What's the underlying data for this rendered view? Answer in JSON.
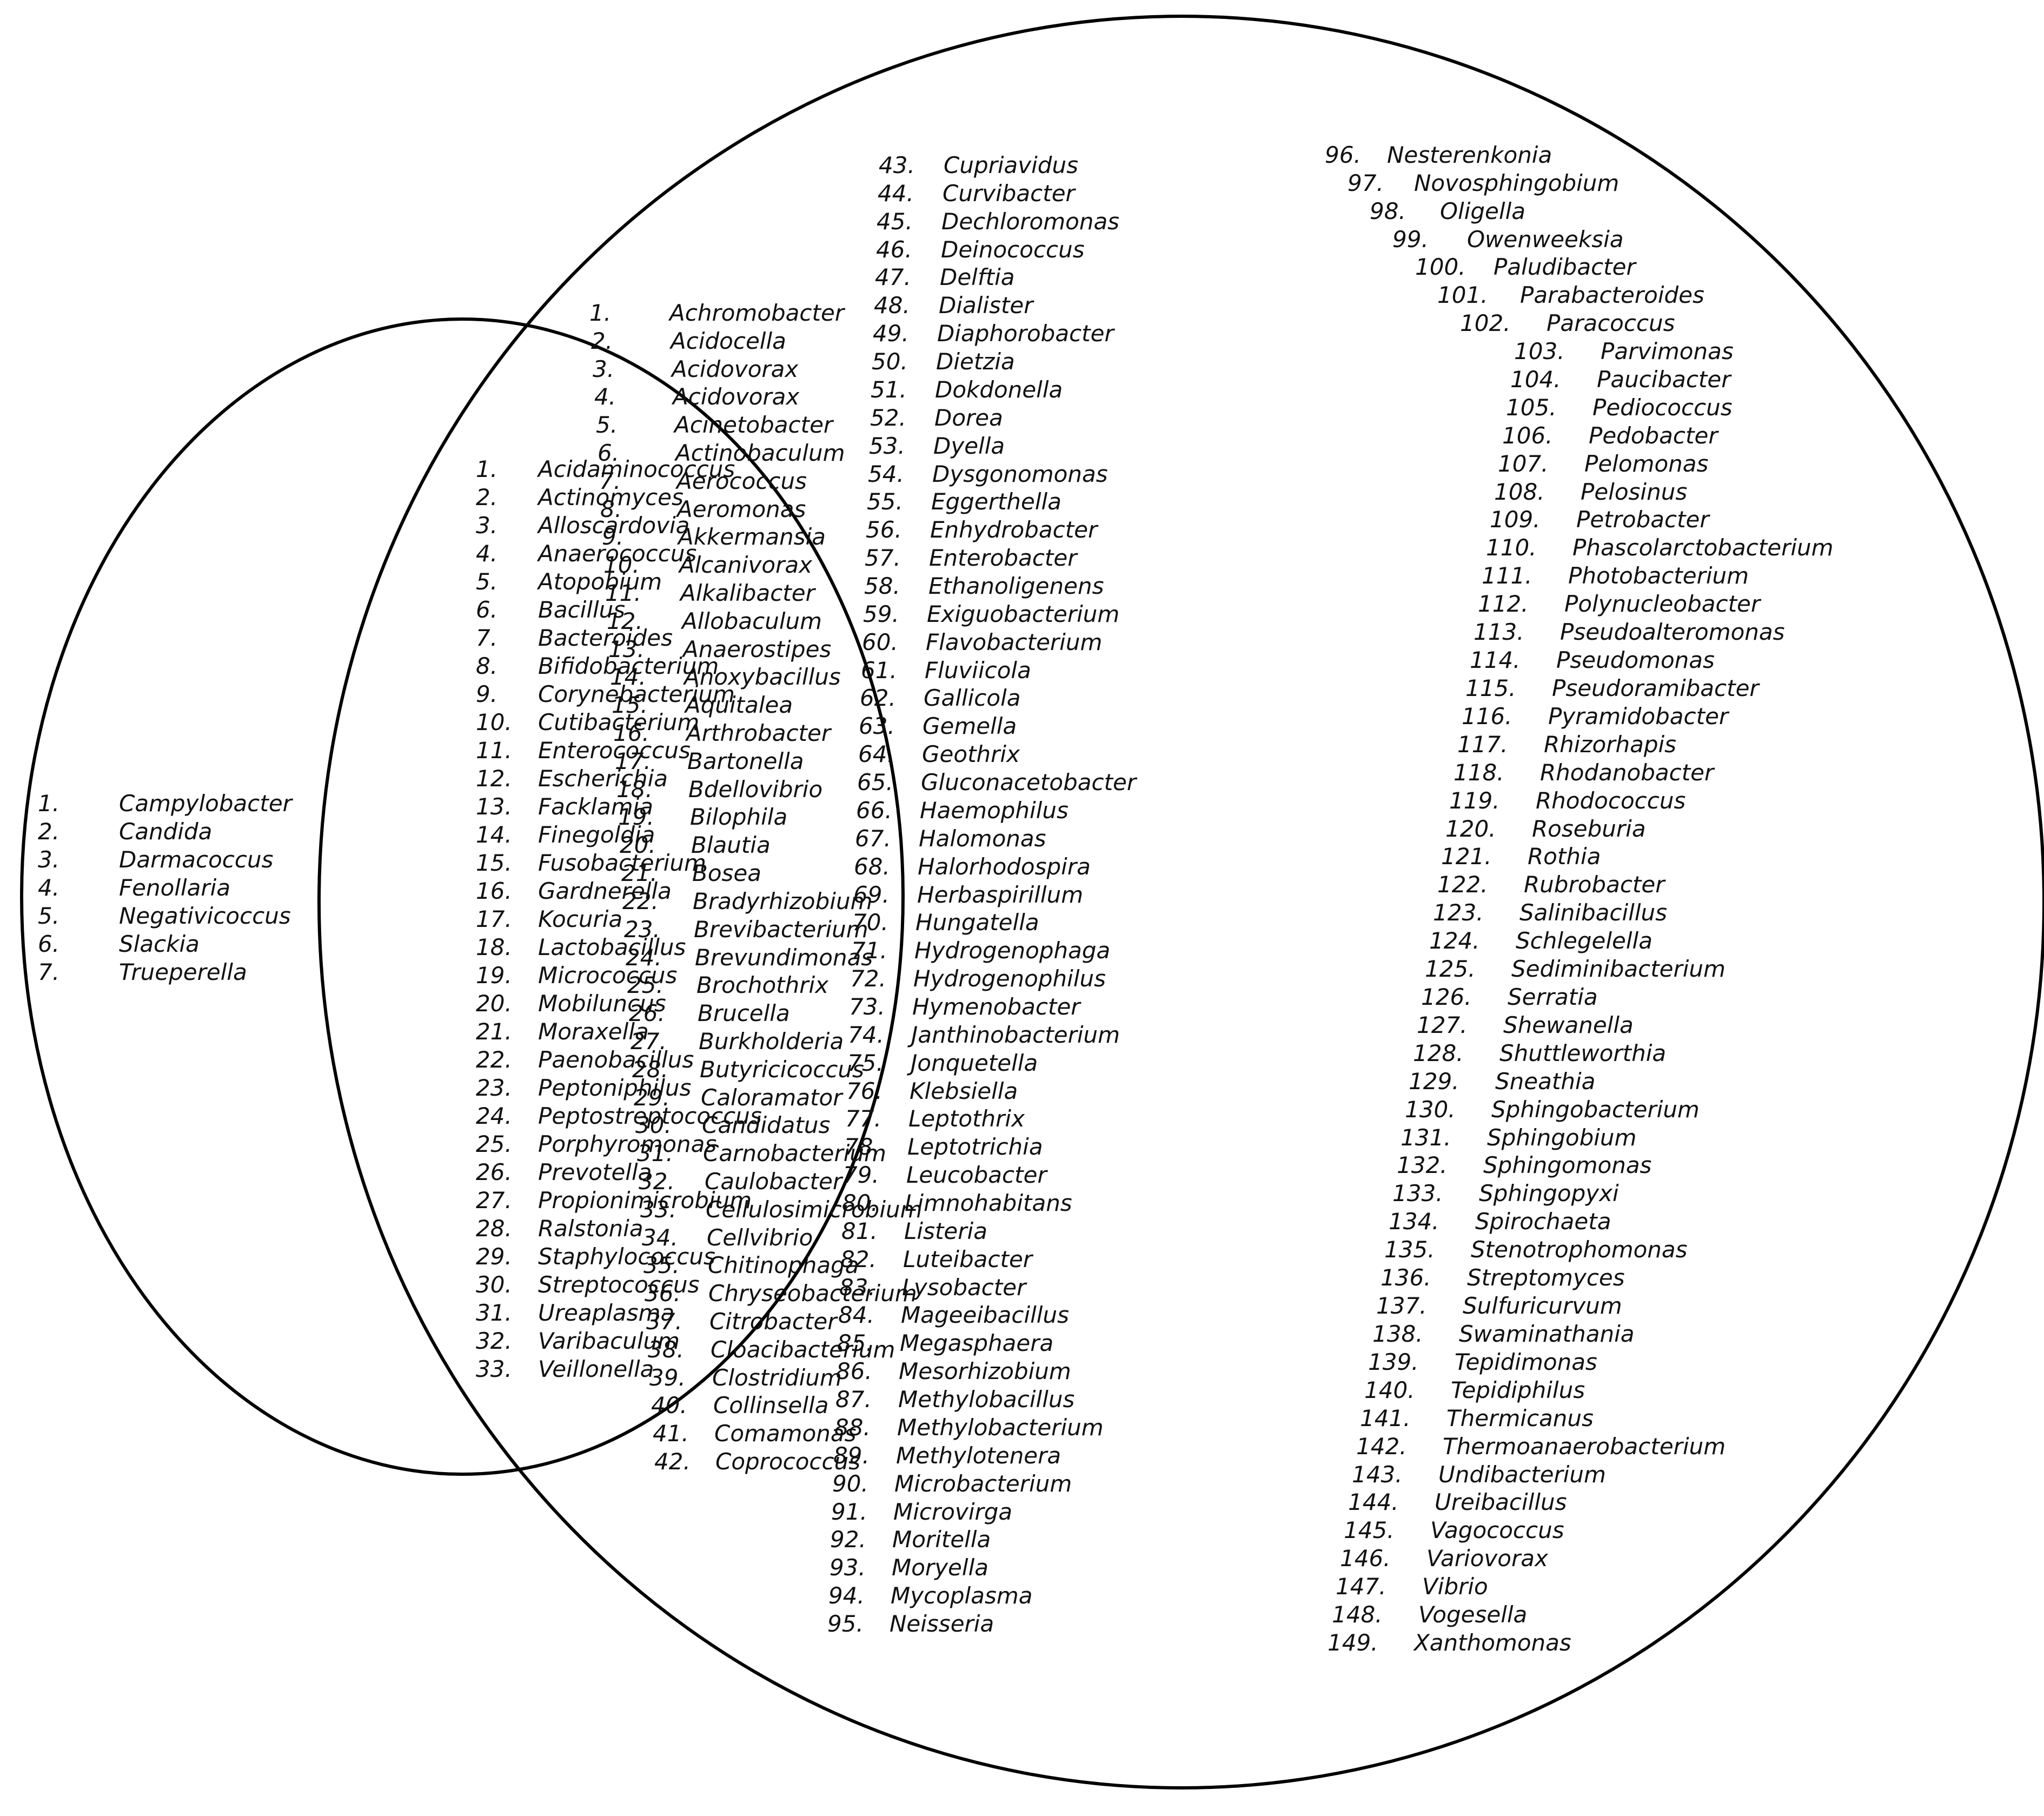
{
  "diagram": {
    "type": "venn",
    "line_color": "#000000",
    "left_only": [
      {
        "num": "1.",
        "name": "Campylobacter"
      },
      {
        "num": "2.",
        "name": "Candida"
      },
      {
        "num": "3.",
        "name": "Darmacoccus"
      },
      {
        "num": "4.",
        "name": "Fenollaria"
      },
      {
        "num": "5.",
        "name": "Negativicoccus"
      },
      {
        "num": "6.",
        "name": "Slackia"
      },
      {
        "num": "7.",
        "name": "Trueperella"
      }
    ],
    "shared": [
      {
        "num": "1.",
        "name": "Acidaminococcus"
      },
      {
        "num": "2.",
        "name": "Actinomyces"
      },
      {
        "num": "3.",
        "name": "Alloscardovia"
      },
      {
        "num": "4.",
        "name": "Anaerococcus"
      },
      {
        "num": "5.",
        "name": "Atopobium"
      },
      {
        "num": "6.",
        "name": "Bacillus"
      },
      {
        "num": "7.",
        "name": "Bacteroides"
      },
      {
        "num": "8.",
        "name": "Bifidobacterium"
      },
      {
        "num": "9.",
        "name": "Corynebacterium"
      },
      {
        "num": "10.",
        "name": "Cutibacterium"
      },
      {
        "num": "11.",
        "name": "Enterococcus"
      },
      {
        "num": "12.",
        "name": "Escherichia"
      },
      {
        "num": "13.",
        "name": "Facklamia"
      },
      {
        "num": "14.",
        "name": "Finegoldia"
      },
      {
        "num": "15.",
        "name": "Fusobacterium"
      },
      {
        "num": "16.",
        "name": "Gardnerella"
      },
      {
        "num": "17.",
        "name": "Kocuria"
      },
      {
        "num": "18.",
        "name": "Lactobacillus"
      },
      {
        "num": "19.",
        "name": "Micrococcus"
      },
      {
        "num": "20.",
        "name": "Mobiluncus"
      },
      {
        "num": "21.",
        "name": "Moraxella"
      },
      {
        "num": "22.",
        "name": "Paenobacillus"
      },
      {
        "num": "23.",
        "name": "Peptoniphilus"
      },
      {
        "num": "24.",
        "name": "Peptostreptococcus"
      },
      {
        "num": "25.",
        "name": "Porphyromonas"
      },
      {
        "num": "26.",
        "name": "Prevotella"
      },
      {
        "num": "27.",
        "name": "Propionimicrobium"
      },
      {
        "num": "28.",
        "name": "Ralstonia"
      },
      {
        "num": "29.",
        "name": "Staphylococcus"
      },
      {
        "num": "30.",
        "name": "Streptococcus"
      },
      {
        "num": "31.",
        "name": "Ureaplasma"
      },
      {
        "num": "32.",
        "name": "Varibaculum"
      },
      {
        "num": "33.",
        "name": "Veillonella"
      }
    ],
    "right_only": [
      {
        "num": "1.",
        "name": "Achromobacter"
      },
      {
        "num": "2.",
        "name": "Acidocella"
      },
      {
        "num": "3.",
        "name": "Acidovorax"
      },
      {
        "num": "4.",
        "name": "Acidovorax"
      },
      {
        "num": "5.",
        "name": "Acinetobacter"
      },
      {
        "num": "6.",
        "name": "Actinobaculum"
      },
      {
        "num": "7.",
        "name": "Aerococcus"
      },
      {
        "num": "8.",
        "name": "Aeromonas"
      },
      {
        "num": "9.",
        "name": "Akkermansia"
      },
      {
        "num": "10.",
        "name": "Alcanivorax"
      },
      {
        "num": "11.",
        "name": "Alkalibacter"
      },
      {
        "num": "12.",
        "name": "Allobaculum"
      },
      {
        "num": "13.",
        "name": "Anaerostipes"
      },
      {
        "num": "14.",
        "name": "Anoxybacillus"
      },
      {
        "num": "15.",
        "name": "Aquitalea"
      },
      {
        "num": "16.",
        "name": "Arthrobacter"
      },
      {
        "num": "17.",
        "name": "Bartonella"
      },
      {
        "num": "18.",
        "name": "Bdellovibrio"
      },
      {
        "num": "19.",
        "name": "Bilophila"
      },
      {
        "num": "20.",
        "name": "Blautia"
      },
      {
        "num": "21.",
        "name": "Bosea"
      },
      {
        "num": "22.",
        "name": "Bradyrhizobium"
      },
      {
        "num": "23.",
        "name": "Brevibacterium"
      },
      {
        "num": "24.",
        "name": "Brevundimonas"
      },
      {
        "num": "25.",
        "name": "Brochothrix"
      },
      {
        "num": "26.",
        "name": "Brucella"
      },
      {
        "num": "27.",
        "name": "Burkholderia"
      },
      {
        "num": "28.",
        "name": "Butyricicoccus"
      },
      {
        "num": "29.",
        "name": "Caloramator"
      },
      {
        "num": "30.",
        "name": "Candidatus"
      },
      {
        "num": "31.",
        "name": "Carnobacterium"
      },
      {
        "num": "32.",
        "name": "Caulobacter"
      },
      {
        "num": "33.",
        "name": "Cellulosimicrobium"
      },
      {
        "num": "34.",
        "name": "Cellvibrio"
      },
      {
        "num": "35.",
        "name": "Chitinophaga"
      },
      {
        "num": "36.",
        "name": "Chryseobacterium"
      },
      {
        "num": "37.",
        "name": "Citrobacter"
      },
      {
        "num": "38.",
        "name": "Cloacibacterium"
      },
      {
        "num": "39.",
        "name": "Clostridium"
      },
      {
        "num": "40.",
        "name": "Collinsella"
      },
      {
        "num": "41.",
        "name": "Comamonas"
      },
      {
        "num": "42.",
        "name": "Coprococcus"
      },
      {
        "num": "43.",
        "name": "Cupriavidus"
      },
      {
        "num": "44.",
        "name": "Curvibacter"
      },
      {
        "num": "45.",
        "name": "Dechloromonas"
      },
      {
        "num": "46.",
        "name": "Deinococcus"
      },
      {
        "num": "47.",
        "name": "Delftia"
      },
      {
        "num": "48.",
        "name": "Dialister"
      },
      {
        "num": "49.",
        "name": "Diaphorobacter"
      },
      {
        "num": "50.",
        "name": "Dietzia"
      },
      {
        "num": "51.",
        "name": "Dokdonella"
      },
      {
        "num": "52.",
        "name": "Dorea"
      },
      {
        "num": "53.",
        "name": "Dyella"
      },
      {
        "num": "54.",
        "name": "Dysgonomonas"
      },
      {
        "num": "55.",
        "name": "Eggerthella"
      },
      {
        "num": "56.",
        "name": "Enhydrobacter"
      },
      {
        "num": "57.",
        "name": "Enterobacter"
      },
      {
        "num": "58.",
        "name": "Ethanoligenens"
      },
      {
        "num": "59.",
        "name": "Exiguobacterium"
      },
      {
        "num": "60.",
        "name": "Flavobacterium"
      },
      {
        "num": "61.",
        "name": "Fluviicola"
      },
      {
        "num": "62.",
        "name": "Gallicola"
      },
      {
        "num": "63.",
        "name": "Gemella"
      },
      {
        "num": "64.",
        "name": "Geothrix"
      },
      {
        "num": "65.",
        "name": "Gluconacetobacter"
      },
      {
        "num": "66.",
        "name": "Haemophilus"
      },
      {
        "num": "67.",
        "name": "Halomonas"
      },
      {
        "num": "68.",
        "name": "Halorhodospira"
      },
      {
        "num": "69.",
        "name": "Herbaspirillum"
      },
      {
        "num": "70.",
        "name": "Hungatella"
      },
      {
        "num": "71.",
        "name": "Hydrogenophaga"
      },
      {
        "num": "72.",
        "name": "Hydrogenophilus"
      },
      {
        "num": "73.",
        "name": "Hymenobacter"
      },
      {
        "num": "74.",
        "name": "Janthinobacterium"
      },
      {
        "num": "75.",
        "name": "Jonquetella"
      },
      {
        "num": "76.",
        "name": "Klebsiella"
      },
      {
        "num": "77.",
        "name": "Leptothrix"
      },
      {
        "num": "78.",
        "name": "Leptotrichia"
      },
      {
        "num": "79.",
        "name": "Leucobacter"
      },
      {
        "num": "80.",
        "name": "Limnohabitans"
      },
      {
        "num": "81.",
        "name": "Listeria"
      },
      {
        "num": "82.",
        "name": "Luteibacter"
      },
      {
        "num": "83.",
        "name": "Lysobacter"
      },
      {
        "num": "84.",
        "name": "Mageeibacillus"
      },
      {
        "num": "85.",
        "name": "Megasphaera"
      },
      {
        "num": "86.",
        "name": "Mesorhizobium"
      },
      {
        "num": "87.",
        "name": "Methylobacillus"
      },
      {
        "num": "88.",
        "name": "Methylobacterium"
      },
      {
        "num": "89.",
        "name": "Methylotenera"
      },
      {
        "num": "90.",
        "name": "Microbacterium"
      },
      {
        "num": "91.",
        "name": "Microvirga"
      },
      {
        "num": "92.",
        "name": "Moritella"
      },
      {
        "num": "93.",
        "name": "Moryella"
      },
      {
        "num": "94.",
        "name": "Mycoplasma"
      },
      {
        "num": "95.",
        "name": "Neisseria"
      },
      {
        "num": "96.",
        "name": "Nesterenkonia"
      },
      {
        "num": "97.",
        "name": "Novosphingobium"
      },
      {
        "num": "98.",
        "name": "Oligella"
      },
      {
        "num": "99.",
        "name": "Owenweeksia"
      },
      {
        "num": "100.",
        "name": "Paludibacter"
      },
      {
        "num": "101.",
        "name": "Parabacteroides"
      },
      {
        "num": "102.",
        "name": "Paracoccus"
      },
      {
        "num": "103.",
        "name": "Parvimonas"
      },
      {
        "num": "104.",
        "name": "Paucibacter"
      },
      {
        "num": "105.",
        "name": "Pediococcus"
      },
      {
        "num": "106.",
        "name": "Pedobacter"
      },
      {
        "num": "107.",
        "name": "Pelomonas"
      },
      {
        "num": "108.",
        "name": "Pelosinus"
      },
      {
        "num": "109.",
        "name": "Petrobacter"
      },
      {
        "num": "110.",
        "name": "Phascolarctobacterium"
      },
      {
        "num": "111.",
        "name": "Photobacterium"
      },
      {
        "num": "112.",
        "name": "Polynucleobacter"
      },
      {
        "num": "113.",
        "name": "Pseudoalteromonas"
      },
      {
        "num": "114.",
        "name": "Pseudomonas"
      },
      {
        "num": "115.",
        "name": "Pseudoramibacter"
      },
      {
        "num": "116.",
        "name": "Pyramidobacter"
      },
      {
        "num": "117.",
        "name": "Rhizorhapis"
      },
      {
        "num": "118.",
        "name": "Rhodanobacter"
      },
      {
        "num": "119.",
        "name": "Rhodococcus"
      },
      {
        "num": "120.",
        "name": "Roseburia"
      },
      {
        "num": "121.",
        "name": "Rothia"
      },
      {
        "num": "122.",
        "name": "Rubrobacter"
      },
      {
        "num": "123.",
        "name": "Salinibacillus"
      },
      {
        "num": "124.",
        "name": "Schlegelella"
      },
      {
        "num": "125.",
        "name": "Sediminibacterium"
      },
      {
        "num": "126.",
        "name": "Serratia"
      },
      {
        "num": "127.",
        "name": "Shewanella"
      },
      {
        "num": "128.",
        "name": "Shuttleworthia"
      },
      {
        "num": "129.",
        "name": "Sneathia"
      },
      {
        "num": "130.",
        "name": "Sphingobacterium"
      },
      {
        "num": "131.",
        "name": "Sphingobium"
      },
      {
        "num": "132.",
        "name": "Sphingomonas"
      },
      {
        "num": "133.",
        "name": "Sphingopyxi"
      },
      {
        "num": "134.",
        "name": "Spirochaeta"
      },
      {
        "num": "135.",
        "name": "Stenotrophomonas"
      },
      {
        "num": "136.",
        "name": "Streptomyces"
      },
      {
        "num": "137.",
        "name": "Sulfuricurvum"
      },
      {
        "num": "138.",
        "name": "Swaminathania"
      },
      {
        "num": "139.",
        "name": "Tepidimonas"
      },
      {
        "num": "140.",
        "name": "Tepidiphilus"
      },
      {
        "num": "141.",
        "name": "Thermicanus"
      },
      {
        "num": "142.",
        "name": "Thermoanaerobacterium"
      },
      {
        "num": "143.",
        "name": "Undibacterium"
      },
      {
        "num": "144.",
        "name": "Ureibacillus"
      },
      {
        "num": "145.",
        "name": "Vagococcus"
      },
      {
        "num": "146.",
        "name": "Variovorax"
      },
      {
        "num": "147.",
        "name": "Vibrio"
      },
      {
        "num": "148.",
        "name": "Vogesella"
      },
      {
        "num": "149.",
        "name": "Xanthomonas"
      }
    ]
  }
}
